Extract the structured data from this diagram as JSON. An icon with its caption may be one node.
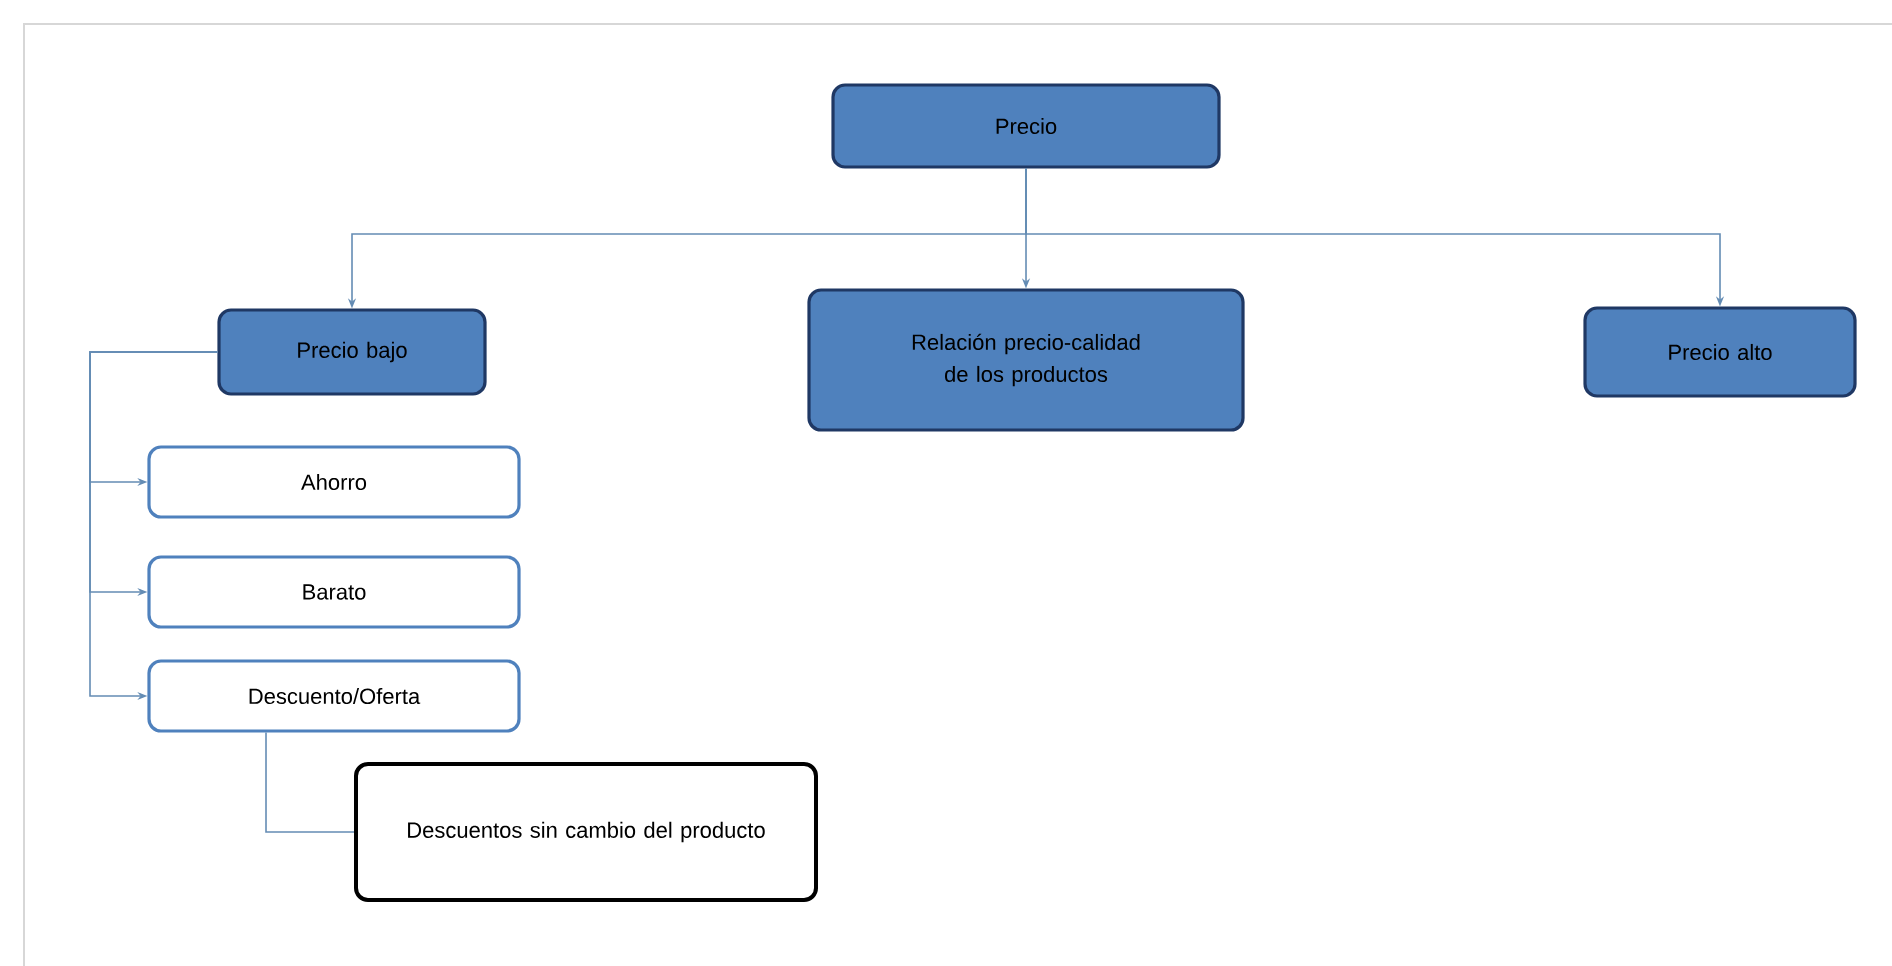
{
  "diagram": {
    "nodes": [
      {
        "text": [
          "Precio"
        ]
      },
      {
        "text": [
          "Precio bajo"
        ]
      },
      {
        "text": [
          "Relación precio-calidad de los productos"
        ]
      },
      {
        "text": [
          "Precio alto"
        ]
      },
      {
        "text": [
          "Ahorro"
        ]
      },
      {
        "text": [
          "Barato"
        ]
      },
      {
        "text": [
          "Descuento/Oferta"
        ]
      },
      {
        "text": [
          "Descuentos sin cambio del producto"
        ]
      }
    ],
    "edges": [
      {
        "from": 0,
        "to": 1,
        "arrow": "to"
      },
      {
        "from": 0,
        "to": 2,
        "arrow": "to"
      },
      {
        "from": 0,
        "to": 3,
        "arrow": "to"
      },
      {
        "from": 1,
        "to": 4,
        "arrow": "to"
      },
      {
        "from": 1,
        "to": 5,
        "arrow": "to"
      },
      {
        "from": 1,
        "to": 6,
        "arrow": "to"
      },
      {
        "from": 6,
        "to": 7,
        "arrow": "none"
      }
    ]
  }
}
